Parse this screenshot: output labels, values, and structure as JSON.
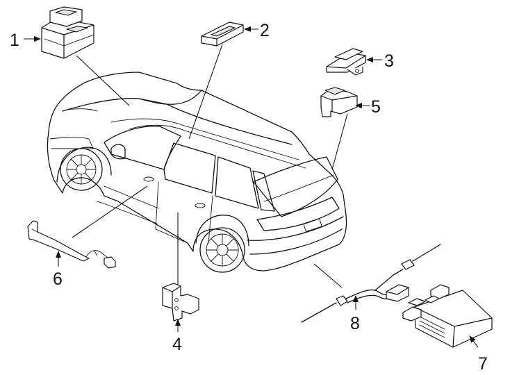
{
  "diagram": {
    "callouts": [
      {
        "id": "c1",
        "text": "1"
      },
      {
        "id": "c2",
        "text": "2"
      },
      {
        "id": "c3",
        "text": "3"
      },
      {
        "id": "c4",
        "text": "4"
      },
      {
        "id": "c5",
        "text": "5"
      },
      {
        "id": "c6",
        "text": "6"
      },
      {
        "id": "c7",
        "text": "7"
      },
      {
        "id": "c8",
        "text": "8"
      }
    ]
  },
  "colors": {
    "line": "#111111",
    "background": "#ffffff",
    "shade": "#e6e6e6"
  }
}
